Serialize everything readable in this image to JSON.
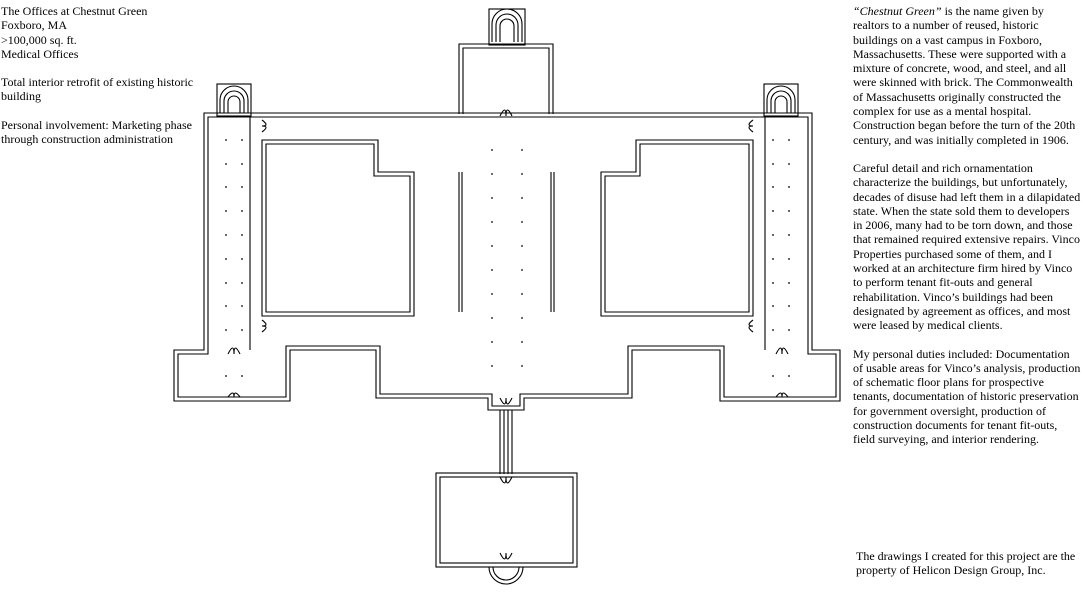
{
  "project": {
    "name": "The Offices at Chestnut Green",
    "location": "Foxboro, MA",
    "size": ">100,000 sq. ft.",
    "use": "Medical Offices",
    "scope": "Total interior retrofit of existing historic building",
    "involvement": "Personal involvement: Marketing phase through construction administration"
  },
  "description": {
    "lead_italic": "“Chestnut Green”",
    "p1_rest": " is the name given by realtors to a number of reused, historic buildings on a vast campus in Foxboro, Massachusetts. These were supported with a mixture of concrete, wood, and steel, and all were skinned with brick. The Commonwealth of Massachusetts originally constructed the complex for use as a mental hospital. Construction began before the turn of the 20th century, and was initially completed in 1906.",
    "p2": "Careful detail and rich ornamentation characterize the buildings, but unfortunately, decades of disuse had left them in a dilapidated state. When the state sold them to developers in 2006, many had to be torn down, and those that remained required extensive repairs. Vinco Properties purchased some of them, and I worked at an architecture firm hired by Vinco to perform tenant fit-outs and general rehabilitation. Vinco’s buildings had been designated by agreement as offices, and most were leased by medical clients.",
    "p3": "My personal duties included: Documentation of usable areas for Vinco’s analysis, production of schematic floor plans for prospective tenants, documentation of historic preservation for government oversight, production of construction documents for tenant fit-outs, field surveying, and interior rendering.",
    "footer": "The drawings I created for this project are the property of Helicon Design Group, Inc."
  }
}
